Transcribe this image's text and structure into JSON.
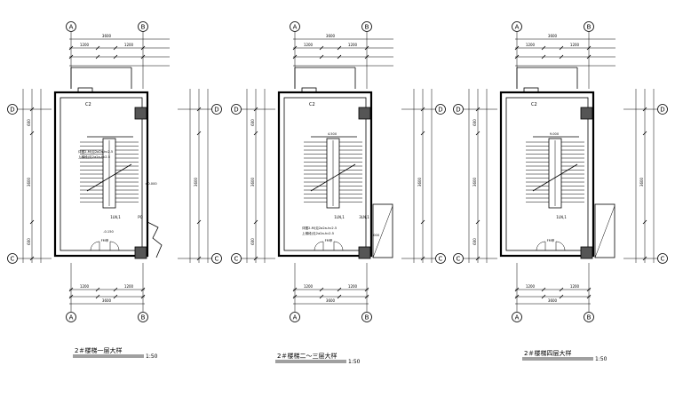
{
  "plans": [
    {
      "id": "plan1",
      "axis_top": [
        "A",
        "B"
      ],
      "axis_left": [
        "D",
        "C"
      ],
      "axis_right": [
        "D",
        "C"
      ],
      "axis_bottom": [
        "A",
        "B"
      ],
      "top_dims": [
        "3600",
        "1200",
        "1200"
      ],
      "bottom_dims": [
        "1200",
        "1200",
        "3600"
      ],
      "left_dims": [
        "600",
        "3600",
        "600"
      ],
      "room_label": "C2",
      "stair_note_1": "详图2-M(见2a2a-hc2.5",
      "stair_note_2": "上梯段(见2a2a-hc2.5",
      "elevation_1": "-0.150",
      "elevation_2": "±0.000",
      "door_label": "FM甲",
      "stair_name": "1LN,1",
      "side_label": "PQ",
      "title": "2＃楼梯一层大样",
      "scale": "1:50"
    },
    {
      "id": "plan2",
      "axis_top": [
        "A",
        "B"
      ],
      "axis_left": [
        "D",
        "C"
      ],
      "axis_right": [
        "D",
        "C"
      ],
      "axis_bottom": [
        "A",
        "B"
      ],
      "top_dims": [
        "3600",
        "1200",
        "1200"
      ],
      "bottom_dims": [
        "1200",
        "1200",
        "3600"
      ],
      "left_dims": [
        "600",
        "3600",
        "600"
      ],
      "room_label": "C2",
      "stair_note_1": "详图2-M(见2a2a-hc2.5",
      "stair_note_2": "上梯段(见2a2a-hc2.5",
      "elevation_1": "4.500",
      "elevation_2": "3.000",
      "door_label": "FM甲",
      "stair_name": "1LN,1",
      "side_label": "3LN,1",
      "title": "2＃楼梯二～三层大样",
      "scale": "1:50"
    },
    {
      "id": "plan3",
      "axis_top": [
        "A",
        "B"
      ],
      "axis_left": [
        "D",
        "C"
      ],
      "axis_right": [
        "D",
        "C"
      ],
      "axis_bottom": [
        "A",
        "B"
      ],
      "top_dims": [
        "3600",
        "1200",
        "1200"
      ],
      "bottom_dims": [
        "1200",
        "1200",
        "3600"
      ],
      "left_dims": [
        "600",
        "3600",
        "600"
      ],
      "room_label": "C2",
      "stair_note_1": "",
      "stair_note_2": "",
      "elevation_1": "9.000",
      "elevation_2": "",
      "door_label": "FM甲",
      "stair_name": "1LN,1",
      "side_label": "",
      "title": "2＃楼梯四层大样",
      "scale": "1:50"
    }
  ]
}
